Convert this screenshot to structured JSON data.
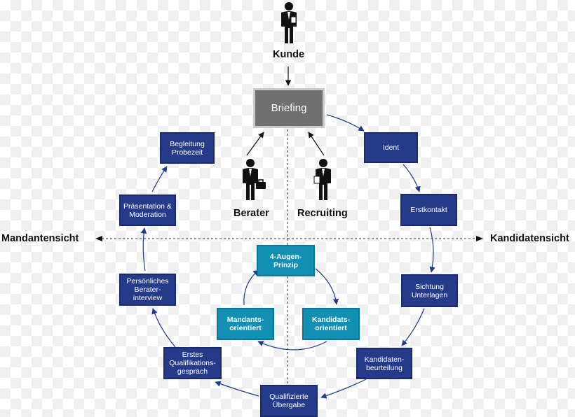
{
  "top": {
    "kunde": "Kunde",
    "briefing": "Briefing"
  },
  "roles": {
    "berater": "Berater",
    "recruiting": "Recruiting"
  },
  "axis": {
    "left": "Mandantensicht",
    "right": "Kandidatensicht"
  },
  "cycle": {
    "ident": "Ident",
    "erstkontakt": "Erstkontakt",
    "sichtung": "Sichtung\nUnterlagen",
    "kandidatenbeurteilung": "Kandidaten-\nbeurteilung",
    "uebergabe": "Qualifizierte\nÜbergabe",
    "qualifikationsgespraech": "Erstes\nQualifikations-\ngespräch",
    "berater_interview": "Persönliches\nBerater-\ninterview",
    "praesentation": "Präsentation &\nModeration",
    "probezeit": "Begleitung\nProbezeit"
  },
  "inner": {
    "vier_augen": "4-Augen-\nPrinzip",
    "mandants": "Mandants-\norientiert",
    "kandidats": "Kandidats-\norientiert"
  },
  "colors": {
    "navy": "#263a8a",
    "teal": "#138fb4",
    "grey": "#6f6f6f",
    "arrow": "#1f3b8f"
  }
}
